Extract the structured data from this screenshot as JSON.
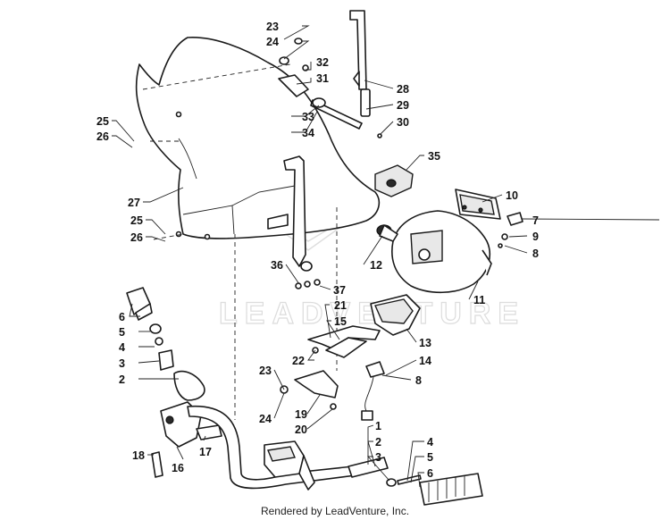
{
  "watermark": "LEADVENTURE",
  "footer": "Rendered by LeadVenture, Inc.",
  "callouts": [
    {
      "id": "23",
      "text": "23"
    },
    {
      "id": "24",
      "text": "24"
    },
    {
      "id": "32",
      "text": "32"
    },
    {
      "id": "31",
      "text": "31"
    },
    {
      "id": "28",
      "text": "28"
    },
    {
      "id": "29",
      "text": "29"
    },
    {
      "id": "30",
      "text": "30"
    },
    {
      "id": "33",
      "text": "33"
    },
    {
      "id": "34",
      "text": "34"
    },
    {
      "id": "25",
      "text": "25"
    },
    {
      "id": "26",
      "text": "26"
    },
    {
      "id": "35",
      "text": "35"
    },
    {
      "id": "27",
      "text": "27"
    },
    {
      "id": "10",
      "text": "10"
    },
    {
      "id": "25",
      "text": "25"
    },
    {
      "id": "7",
      "text": "7"
    },
    {
      "id": "26",
      "text": "26"
    },
    {
      "id": "9",
      "text": "9"
    },
    {
      "id": "8",
      "text": "8"
    },
    {
      "id": "12",
      "text": "12"
    },
    {
      "id": "36",
      "text": "36"
    },
    {
      "id": "11",
      "text": "11"
    },
    {
      "id": "37",
      "text": "37"
    },
    {
      "id": "21",
      "text": "21"
    },
    {
      "id": "6",
      "text": "6"
    },
    {
      "id": "15",
      "text": "15"
    },
    {
      "id": "5",
      "text": "5"
    },
    {
      "id": "13",
      "text": "13"
    },
    {
      "id": "4",
      "text": "4"
    },
    {
      "id": "14",
      "text": "14"
    },
    {
      "id": "3",
      "text": "3"
    },
    {
      "id": "22",
      "text": "22"
    },
    {
      "id": "2",
      "text": "2"
    },
    {
      "id": "23",
      "text": "23"
    },
    {
      "id": "8",
      "text": "8"
    },
    {
      "id": "24",
      "text": "24"
    },
    {
      "id": "19",
      "text": "19"
    },
    {
      "id": "20",
      "text": "20"
    },
    {
      "id": "1",
      "text": "1"
    },
    {
      "id": "2",
      "text": "2"
    },
    {
      "id": "3",
      "text": "3"
    },
    {
      "id": "4",
      "text": "4"
    },
    {
      "id": "5",
      "text": "5"
    },
    {
      "id": "6",
      "text": "6"
    },
    {
      "id": "18",
      "text": "18"
    },
    {
      "id": "16",
      "text": "16"
    },
    {
      "id": "17",
      "text": "17"
    }
  ]
}
